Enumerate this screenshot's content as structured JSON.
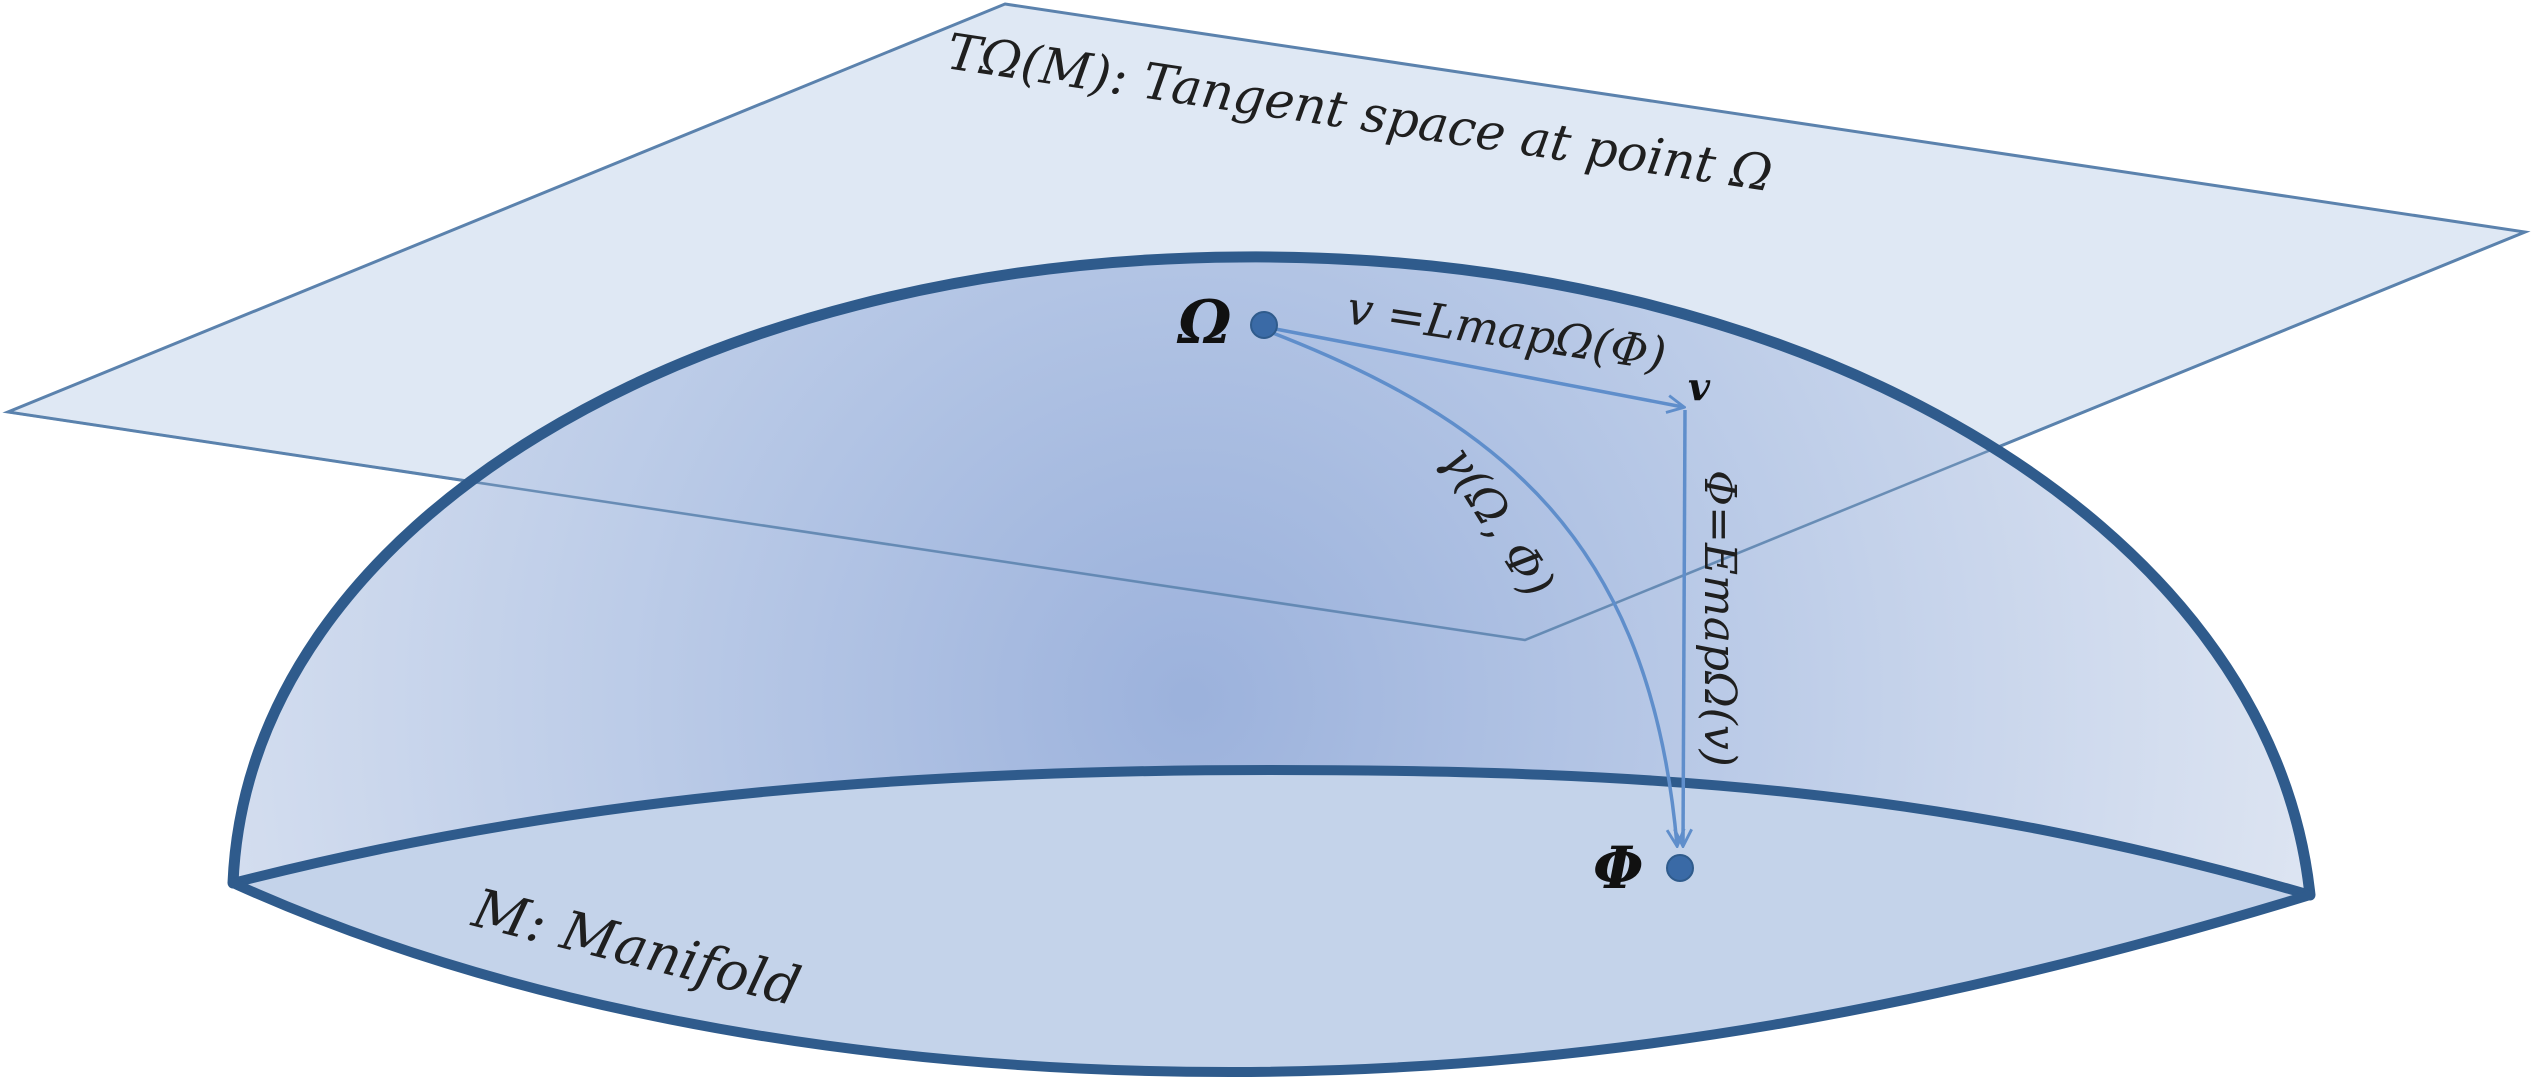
{
  "labels": {
    "tangent_space": "TΩ(M): Tangent space at point Ω",
    "manifold": "M: Manifold",
    "omega": "Ω",
    "phi": "Φ",
    "v": "v",
    "log_map": "v =LmapΩ(Φ)",
    "exp_map": "Φ=EmapΩ(v)",
    "geodesic": "γ(Ω, Φ)"
  },
  "colors": {
    "plane_fill": "#dce6f3",
    "plane_stroke": "#5b82ad",
    "dome_stroke": "#2f5b8c",
    "dome_center": "#9db3dd",
    "dome_edge": "#d5deef",
    "base_fill": "#c4d3ea",
    "arrow": "#5f8ecb",
    "point": "#3a6aa6"
  }
}
